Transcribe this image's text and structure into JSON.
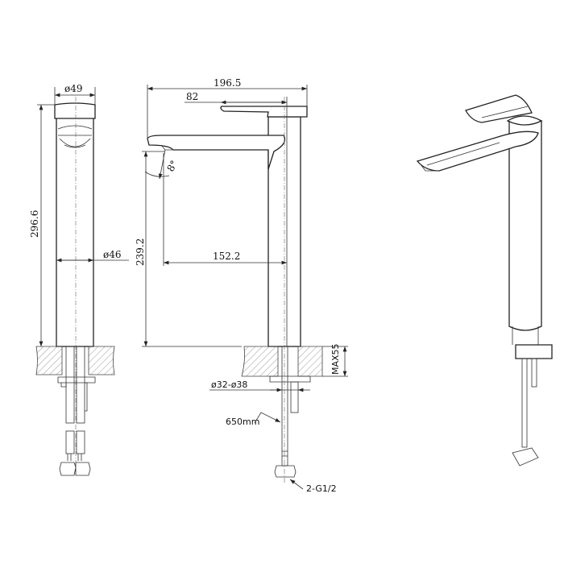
{
  "drawing": {
    "side_view": {
      "top_diameter": "ø49",
      "body_diameter": "ø46",
      "total_height": "296.6"
    },
    "front_view": {
      "overall_length": "196.5",
      "handle_length": "82",
      "spout_angle": "8°",
      "spout_height": "239.2",
      "spout_reach": "152.2",
      "max_counter_thickness": "MAX55",
      "hole_diameter": "ø32-ø38",
      "hose_length": "650mm",
      "connection": "2-G1/2"
    },
    "colors": {
      "line": "#222222",
      "hatch": "#888888",
      "background": "#ffffff"
    }
  }
}
